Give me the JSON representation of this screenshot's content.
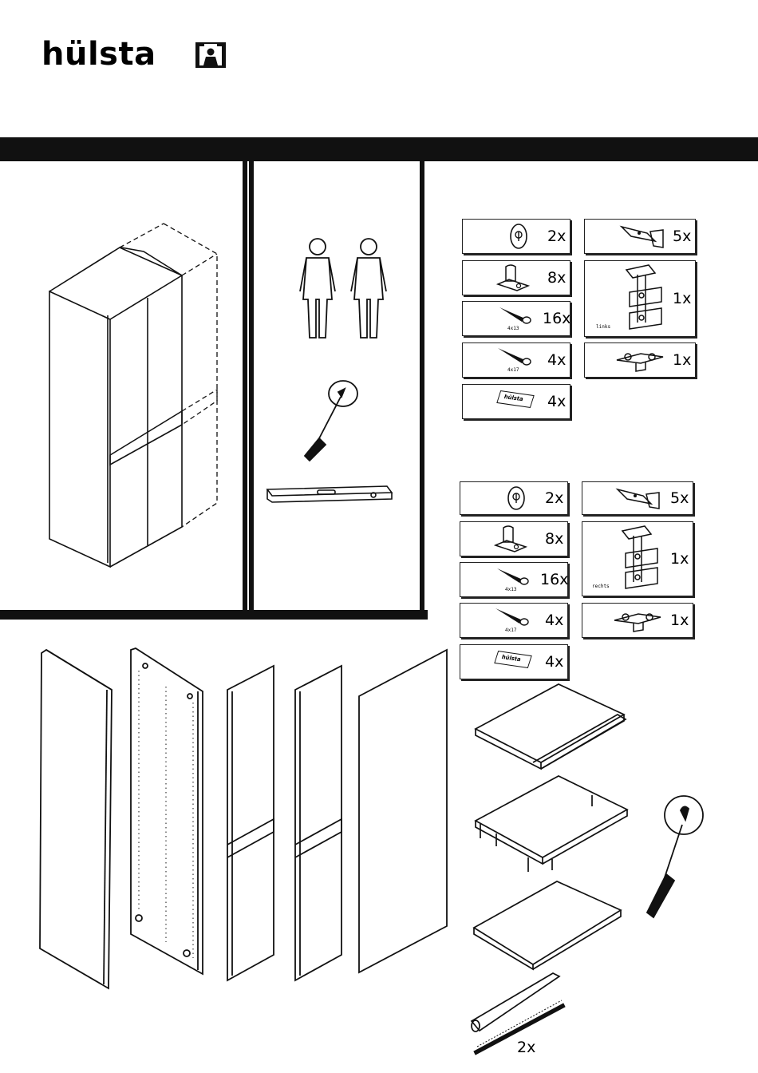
{
  "header": {
    "brand": "hülsta"
  },
  "colors": {
    "ink": "#111111",
    "paper": "#ffffff"
  },
  "kits": [
    {
      "id": "left",
      "items": [
        {
          "qty": "2x",
          "icon": "cam-lock-icon"
        },
        {
          "qty": "8x",
          "icon": "shelf-bracket-icon"
        },
        {
          "qty": "16x",
          "icon": "screw-icon",
          "label": "4x13"
        },
        {
          "qty": "4x",
          "icon": "screw-icon",
          "label": "4x17"
        },
        {
          "qty": "4x",
          "icon": "logo-plate-icon",
          "label": "hülsta"
        },
        {
          "qty": "5x",
          "icon": "hinge-icon"
        },
        {
          "qty": "1x",
          "icon": "large-hinge-icon",
          "label": "links"
        },
        {
          "qty": "1x",
          "icon": "small-hinge-icon"
        }
      ]
    },
    {
      "id": "right",
      "items": [
        {
          "qty": "2x",
          "icon": "cam-lock-icon"
        },
        {
          "qty": "8x",
          "icon": "shelf-bracket-icon"
        },
        {
          "qty": "16x",
          "icon": "screw-icon",
          "label": "4x13"
        },
        {
          "qty": "4x",
          "icon": "screw-icon",
          "label": "4x17"
        },
        {
          "qty": "4x",
          "icon": "logo-plate-icon",
          "label": "hülsta"
        },
        {
          "qty": "5x",
          "icon": "hinge-icon"
        },
        {
          "qty": "1x",
          "icon": "large-hinge-icon",
          "label": "rechts"
        },
        {
          "qty": "1x",
          "icon": "small-hinge-icon"
        }
      ]
    }
  ],
  "rail_quantity": "2x"
}
